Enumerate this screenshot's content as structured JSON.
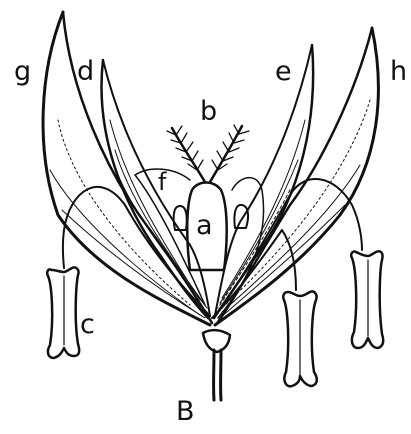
{
  "labels": {
    "a": "a",
    "b": "b",
    "c": "c",
    "d": "d",
    "e": "e",
    "f": "f",
    "g": "g",
    "h": "h",
    "B": "B"
  }
}
